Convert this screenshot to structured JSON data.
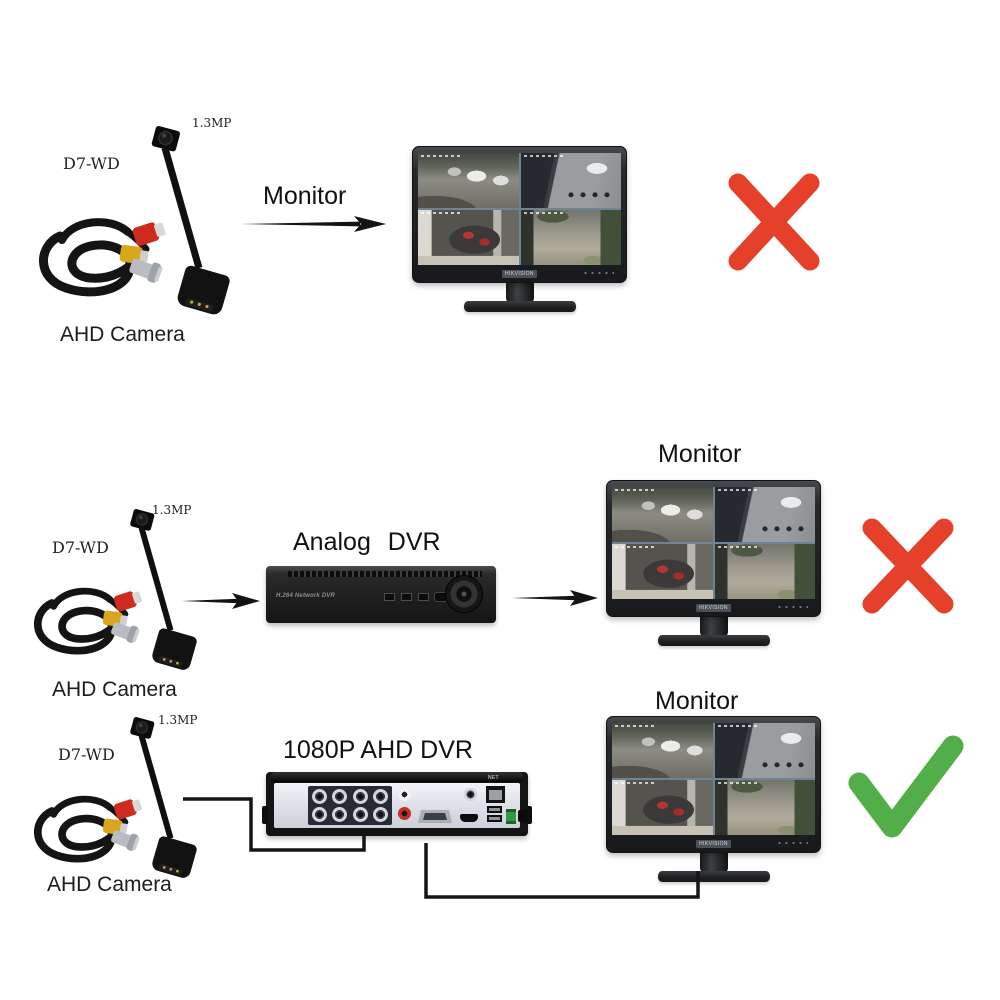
{
  "diagram": {
    "monitor_brand": "HIKVISION",
    "dvr_front_text": "H.264 Network DVR",
    "net_label": "NET",
    "colors": {
      "cross": "#e4402a",
      "check": "#52ae48",
      "wire": "#151515"
    },
    "rows": [
      {
        "camera": {
          "mp": "1.3MP",
          "model": "D7-WD",
          "label": "AHD Camera"
        },
        "monitor_label": "Monitor",
        "result": "cross"
      },
      {
        "camera": {
          "mp": "1.3MP",
          "model": "D7-WD",
          "label": "AHD Camera"
        },
        "dvr_label": "Analog DVR",
        "monitor_label": "Monitor",
        "result": "cross"
      },
      {
        "camera": {
          "mp": "1.3MP",
          "model": "D7-WD",
          "label": "AHD Camera"
        },
        "dvr_label": "1080P AHD DVR",
        "monitor_label": "Monitor",
        "result": "check"
      }
    ]
  }
}
